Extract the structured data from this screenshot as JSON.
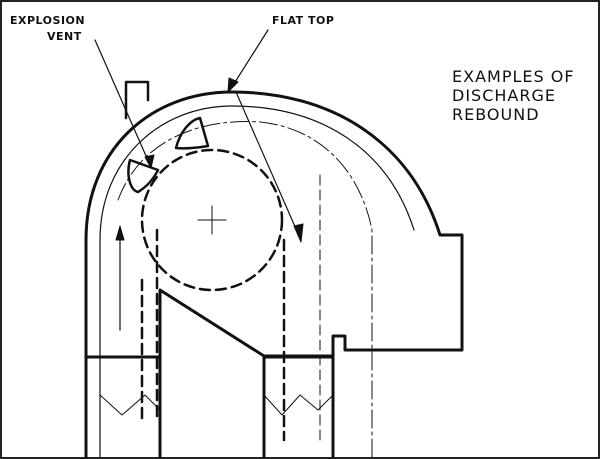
{
  "labels": {
    "explosion_vent_line1": "EXPLOSION",
    "explosion_vent_line2": "VENT",
    "flat_top": "FLAT TOP",
    "title_line1": "EXAMPLES OF",
    "title_line2": "DISCHARGE",
    "title_line3": "REBOUND"
  },
  "colors": {
    "ink": "#111111",
    "background": "#ffffff"
  }
}
